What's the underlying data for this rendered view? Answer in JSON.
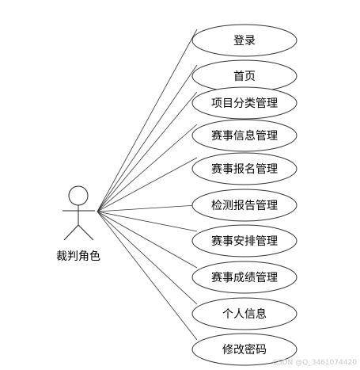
{
  "actor": {
    "label": "裁判角色"
  },
  "use_cases": [
    {
      "label": "登录"
    },
    {
      "label": "首页"
    },
    {
      "label": "项目分类管理"
    },
    {
      "label": "赛事信息管理"
    },
    {
      "label": "赛事报名管理"
    },
    {
      "label": "检测报告管理"
    },
    {
      "label": "赛事安排管理"
    },
    {
      "label": "赛事成绩管理"
    },
    {
      "label": "个人信息"
    },
    {
      "label": "修改密码"
    }
  ],
  "watermark": "CSDN @Q_3461074420",
  "colors": {
    "stroke": "#333333",
    "background": "#ffffff"
  }
}
